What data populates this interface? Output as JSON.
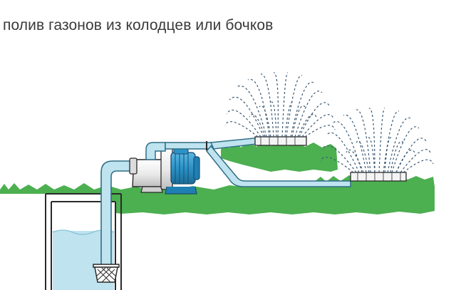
{
  "title": "полив газонов из колодцев или бочков",
  "colors": {
    "grass": "#4caf50",
    "grass_dark": "#2e7d32",
    "pipe": "#bfe3ef",
    "pipe_stroke": "#2f6f86",
    "water": "#bfe3ef",
    "well_stroke": "#2a2a2a",
    "pump_body": "#f3f3f3",
    "motor": "#2a93c9",
    "spray": "#3c5a75"
  },
  "diagram": {
    "components": [
      "well",
      "suction-pipe",
      "foot-valve-filter",
      "surface-pump",
      "pressure-hose",
      "sprinkler-upper",
      "sprinkler-lower",
      "lawn"
    ]
  }
}
